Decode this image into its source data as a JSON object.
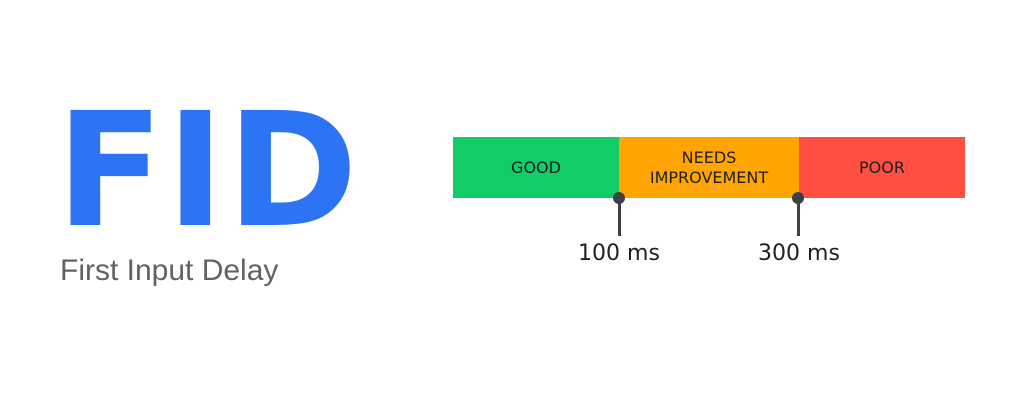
{
  "metric": {
    "abbreviation": "FID",
    "name": "First Input Delay",
    "accent_color": "#2d74f4"
  },
  "scale": {
    "segments": [
      {
        "label": "GOOD",
        "color": "#12cc68"
      },
      {
        "label": "NEEDS\nIMPROVEMENT",
        "color": "#ffa400"
      },
      {
        "label": "POOR",
        "color": "#ff4e42"
      }
    ],
    "thresholds": [
      {
        "label": "100 ms"
      },
      {
        "label": "300 ms"
      }
    ]
  }
}
